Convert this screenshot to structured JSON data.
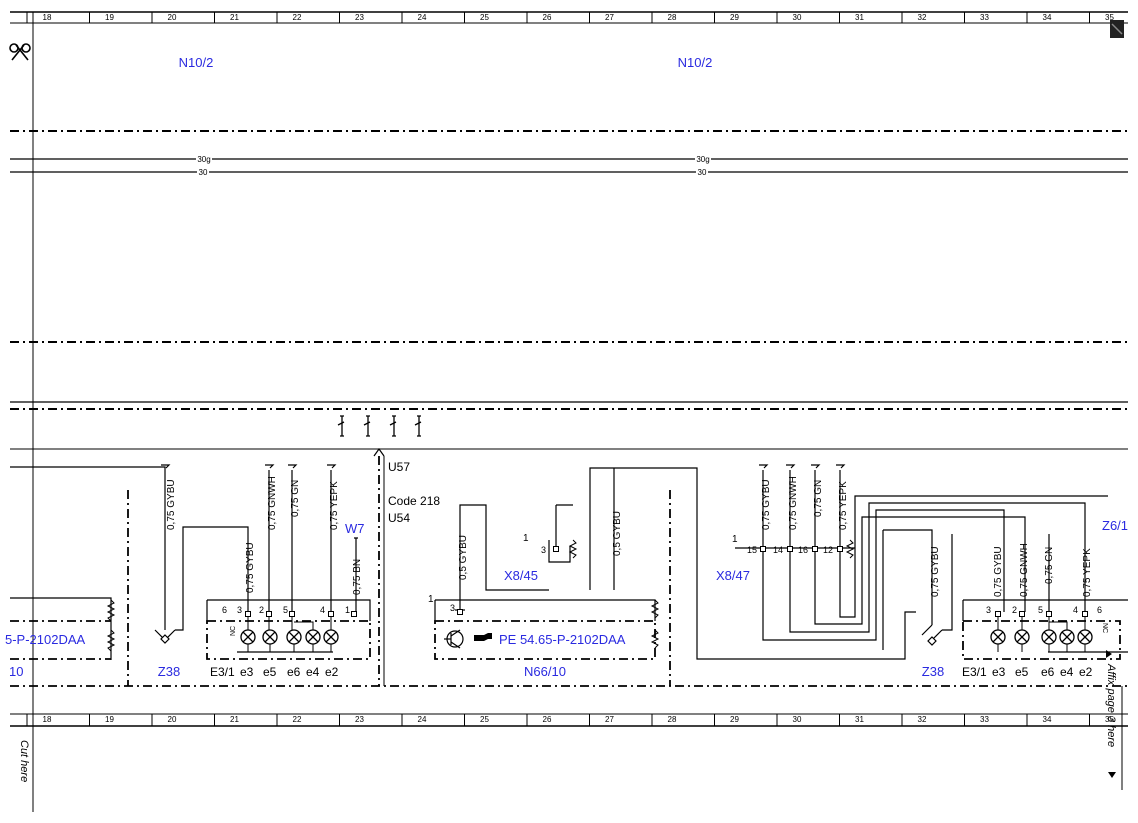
{
  "grid_columns": [
    "18",
    "19",
    "20",
    "21",
    "22",
    "23",
    "24",
    "25",
    "26",
    "27",
    "28",
    "29",
    "30",
    "31",
    "32",
    "33",
    "34",
    "35"
  ],
  "side_notes": {
    "cut": "Cut here",
    "affix": "Affix page 3 here"
  },
  "components": {
    "n10_left": "N10/2",
    "n10_right": "N10/2",
    "w7": "W7",
    "x8_45": "X8/45",
    "x8_47": "X8/47",
    "z6": "Z6/1",
    "pe_left": "5-P-2102DAA",
    "pe_mid": "PE 54.65-P-2102DAA",
    "ref_10": "10",
    "z38_left": "Z38",
    "z38_right": "Z38",
    "n66": "N66/10"
  },
  "bus": {
    "b30g_left": "30g",
    "b30_left": "30",
    "b30g_right": "30g",
    "b30_right": "30"
  },
  "codes": {
    "u57": "U57",
    "code218": "Code 218",
    "u54": "U54"
  },
  "wires": {
    "left": [
      "0,75 GYBU",
      "0,75 GNWH",
      "0,75 GN",
      "0,75 YEPK",
      "0,75 GYBU",
      "0,75 BN"
    ],
    "middle": [
      "0,5 GYBU",
      "0,5 GYBU"
    ],
    "right_top": [
      "0,75 GYBU",
      "0,75 GNWH",
      "0,75 GN",
      "0,75 YEPK"
    ],
    "right_bottom": [
      "0,75 GYBU",
      "0,75 GYBU",
      "0,75 GNWH",
      "0,75 GN",
      "0,75 YEPK"
    ]
  },
  "lamps_left": {
    "pins": [
      "6",
      "3",
      "2",
      "5",
      "4",
      "1"
    ],
    "nc": "NC",
    "name": "E3/1",
    "labels": [
      "e3",
      "e5",
      "e6",
      "e4",
      "e2"
    ]
  },
  "lamps_right": {
    "pins": [
      "3",
      "2",
      "5",
      "4",
      "6"
    ],
    "nc": "NC",
    "name": "E3/1",
    "labels": [
      "e3",
      "e5",
      "e6",
      "e4",
      "e2"
    ]
  },
  "x8_45_pins": [
    "1",
    "3"
  ],
  "x8_47_pins": [
    "1",
    "15",
    "14",
    "16",
    "12"
  ],
  "n66_pins": [
    "1",
    "3"
  ],
  "colors": {
    "component_label": "#2a2ae0",
    "line": "#000000"
  }
}
